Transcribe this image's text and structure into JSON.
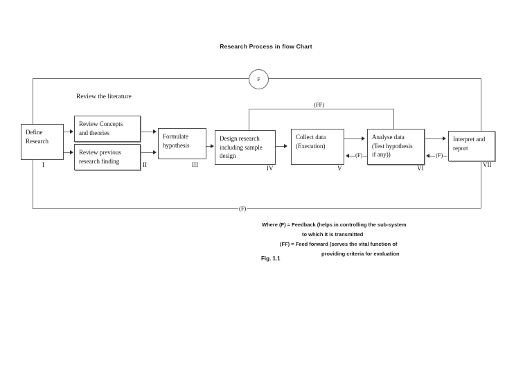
{
  "title": "Research Process in flow Chart",
  "section_label": "Review the literature",
  "boxes": [
    {
      "id": "define-research",
      "numeral": "I",
      "lines": [
        "Define",
        "Research"
      ]
    },
    {
      "id": "review-concepts",
      "numeral": "",
      "lines": [
        "Review Concepts",
        "and theories"
      ]
    },
    {
      "id": "review-previous",
      "numeral": "II",
      "lines": [
        "Review previous",
        "research finding"
      ]
    },
    {
      "id": "formulate-hypothesis",
      "numeral": "III",
      "lines": [
        "Formulate",
        "hypothesis"
      ]
    },
    {
      "id": "design-research",
      "numeral": "IV",
      "lines": [
        "Design research",
        "including sample",
        "design"
      ]
    },
    {
      "id": "collect-data",
      "numeral": "V",
      "lines": [
        "Collect data",
        "(Execution)"
      ]
    },
    {
      "id": "analyse-data",
      "numeral": "VI",
      "lines": [
        "Analyse data",
        "(Test hypothesis",
        "if any))"
      ]
    },
    {
      "id": "interpret-report",
      "numeral": "VII",
      "lines": [
        "Interpret and",
        "report"
      ]
    }
  ],
  "edges": {
    "circle_node_label": "F",
    "feed_forward_label": "(FF)",
    "feedback_bottom_label": "(F)",
    "feedback_analyse_to_collect": "(F)",
    "feedback_interpret_to_analyse": "(F)"
  },
  "legend": {
    "line1": "Where (F) = Feedback (helps in controlling the sub-system",
    "line2": "to which it is transmitted",
    "line3": "(FF) = Feed forward (serves the vital function of",
    "line4": "providing criteria for evaluation"
  },
  "figure_caption": "Fig. 1.1",
  "colors": {
    "box_border": "#4d4d4d",
    "connector": "#6b6b6b",
    "arrow": "#2b2b2b",
    "text": "#111111",
    "background": "#ffffff"
  }
}
